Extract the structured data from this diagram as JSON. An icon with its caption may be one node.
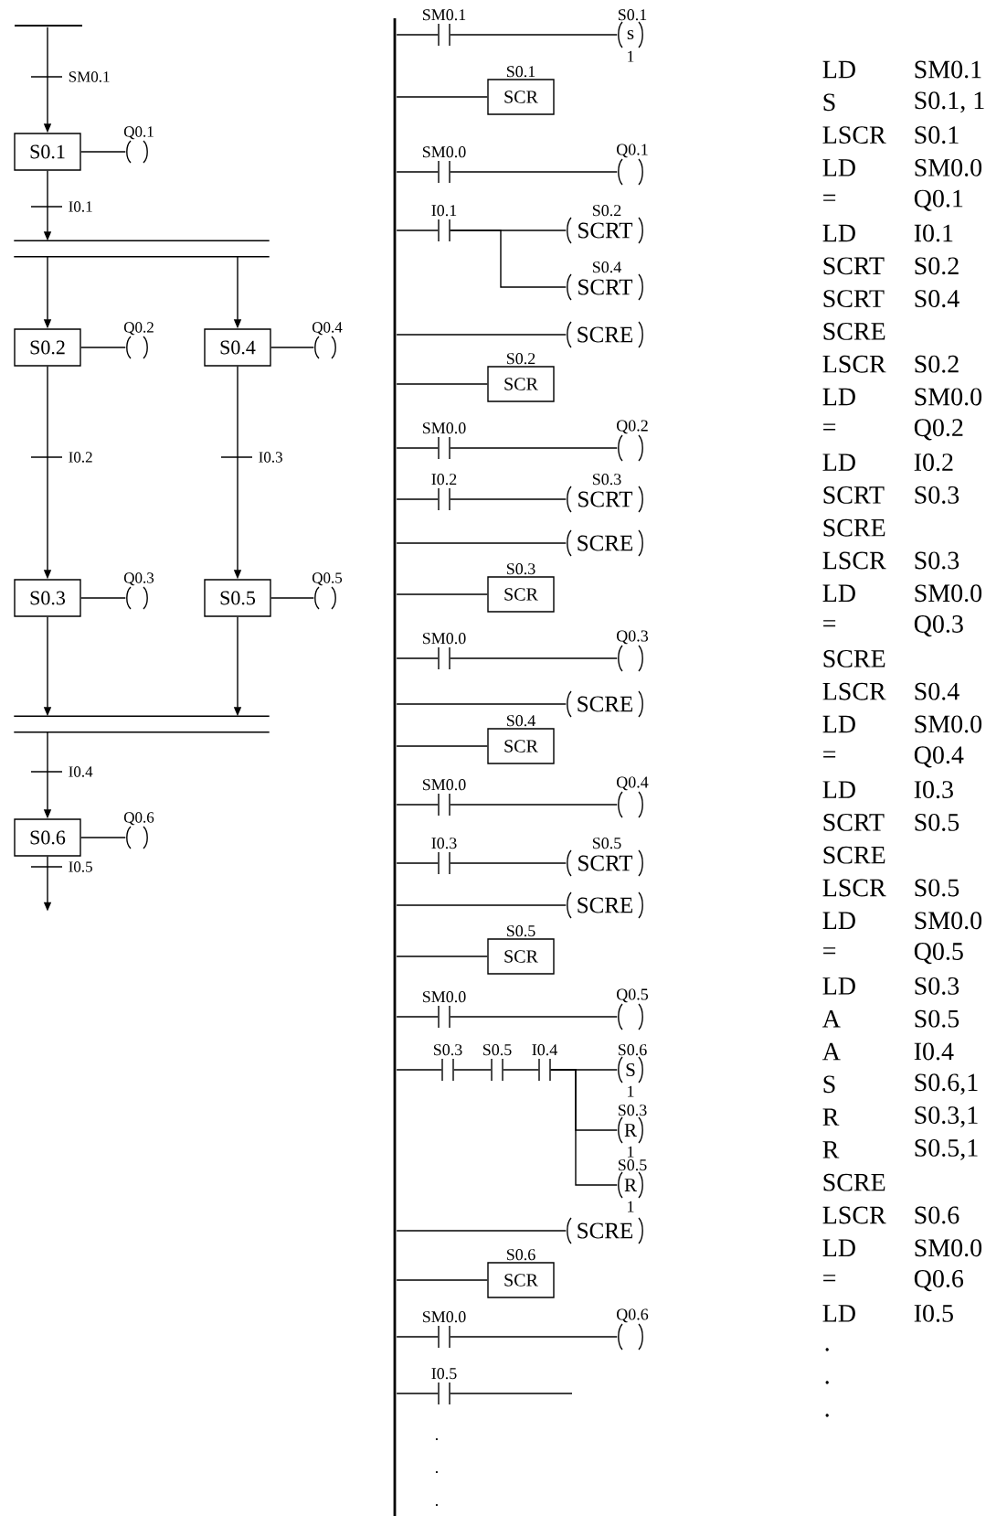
{
  "diagram": {
    "nodes": [
      {
        "text": [],
        "shape": "bar"
      },
      {
        "text": [
          "S0.1"
        ]
      },
      {
        "text": [
          "Q0.1"
        ]
      },
      {
        "text": [],
        "shape": "bar"
      },
      {
        "text": [
          "S0.2"
        ]
      },
      {
        "text": [
          "Q0.2"
        ]
      },
      {
        "text": [
          "S0.4"
        ]
      },
      {
        "text": [
          "Q0.4"
        ]
      },
      {
        "text": [
          "S0.3"
        ]
      },
      {
        "text": [
          "Q0.3"
        ]
      },
      {
        "text": [
          "S0.5"
        ]
      },
      {
        "text": [
          "Q0.5"
        ]
      },
      {
        "text": [],
        "shape": "bar"
      },
      {
        "text": [
          "S0.6"
        ]
      },
      {
        "text": [
          "Q0.6"
        ]
      },
      {
        "text": [],
        "shape": "bar"
      },
      {
        "text": [
          "SM0.1"
        ]
      },
      {
        "text": [
          "S0.1",
          "s",
          "1"
        ]
      },
      {
        "text": [
          "S0.1",
          "SCR"
        ]
      },
      {
        "text": [
          "SM0.0"
        ]
      },
      {
        "text": [
          "Q0.1"
        ]
      },
      {
        "text": [
          "I0.1"
        ]
      },
      {
        "text": [
          "S0.2",
          "SCRT"
        ]
      },
      {
        "text": [
          "S0.4",
          "SCRT"
        ]
      },
      {
        "text": [
          "SCRE"
        ]
      },
      {
        "text": [
          "S0.2",
          "SCR"
        ]
      },
      {
        "text": [
          "SM0.0"
        ]
      },
      {
        "text": [
          "Q0.2"
        ]
      },
      {
        "text": [
          "I0.2"
        ]
      },
      {
        "text": [
          "S0.3",
          "SCRT"
        ]
      },
      {
        "text": [
          "SCRE"
        ]
      },
      {
        "text": [
          "S0.3",
          "SCR"
        ]
      },
      {
        "text": [
          "SM0.0"
        ]
      },
      {
        "text": [
          "Q0.3"
        ]
      },
      {
        "text": [
          "SCRE"
        ]
      },
      {
        "text": [
          "S0.4",
          "SCR"
        ]
      },
      {
        "text": [
          "SM0.0"
        ]
      },
      {
        "text": [
          "Q0.4"
        ]
      },
      {
        "text": [
          "I0.3"
        ]
      },
      {
        "text": [
          "S0.5",
          "SCRT"
        ]
      },
      {
        "text": [
          "SCRE"
        ]
      },
      {
        "text": [
          "S0.5",
          "SCR"
        ]
      },
      {
        "text": [
          "SM0.0"
        ]
      },
      {
        "text": [
          "Q0.5"
        ]
      },
      {
        "text": [
          "S0.3"
        ]
      },
      {
        "text": [
          "S0.5"
        ]
      },
      {
        "text": [
          "I0.4"
        ]
      },
      {
        "text": [
          "S0.6",
          "S",
          "1"
        ]
      },
      {
        "text": [
          "S0.3",
          "R",
          "1"
        ]
      },
      {
        "text": [
          "S0.5",
          "R",
          "1"
        ]
      },
      {
        "text": [
          "SCRE"
        ]
      },
      {
        "text": [
          "S0.6",
          "SCR"
        ]
      },
      {
        "text": [
          "SM0.0"
        ]
      },
      {
        "text": [
          "Q0.6"
        ]
      },
      {
        "text": [
          "I0.5"
        ]
      }
    ],
    "edges": [
      {
        "from": 0,
        "to": 1,
        "arrow": "to",
        "label": "SM0.1"
      },
      {
        "from": 1,
        "to": 2,
        "arrow": "none"
      },
      {
        "from": 1,
        "to": 3,
        "arrow": "to",
        "label": "I0.1"
      },
      {
        "from": 3,
        "to": 4,
        "arrow": "to"
      },
      {
        "from": 3,
        "to": 6,
        "arrow": "to"
      },
      {
        "from": 4,
        "to": 5,
        "arrow": "none"
      },
      {
        "from": 6,
        "to": 7,
        "arrow": "none"
      },
      {
        "from": 4,
        "to": 8,
        "arrow": "to",
        "label": "I0.2"
      },
      {
        "from": 6,
        "to": 10,
        "arrow": "to",
        "label": "I0.3"
      },
      {
        "from": 8,
        "to": 9,
        "arrow": "none"
      },
      {
        "from": 10,
        "to": 11,
        "arrow": "none"
      },
      {
        "from": 8,
        "to": 12,
        "arrow": "to"
      },
      {
        "from": 10,
        "to": 12,
        "arrow": "to"
      },
      {
        "from": 12,
        "to": 13,
        "arrow": "to",
        "label": "I0.4"
      },
      {
        "from": 13,
        "to": 14,
        "arrow": "none"
      },
      {
        "from": 13,
        "to": null,
        "arrow": "to",
        "label": "I0.5"
      },
      {
        "from": 15,
        "to": 16,
        "arrow": "none"
      },
      {
        "from": 16,
        "to": 17,
        "arrow": "none"
      },
      {
        "from": 15,
        "to": 18,
        "arrow": "none"
      },
      {
        "from": 15,
        "to": 19,
        "arrow": "none"
      },
      {
        "from": 19,
        "to": 20,
        "arrow": "none"
      },
      {
        "from": 15,
        "to": 21,
        "arrow": "none"
      },
      {
        "from": 21,
        "to": 22,
        "arrow": "none"
      },
      {
        "from": 21,
        "to": 23,
        "arrow": "none"
      },
      {
        "from": 15,
        "to": 24,
        "arrow": "none"
      },
      {
        "from": 15,
        "to": 25,
        "arrow": "none"
      },
      {
        "from": 15,
        "to": 26,
        "arrow": "none"
      },
      {
        "from": 26,
        "to": 27,
        "arrow": "none"
      },
      {
        "from": 15,
        "to": 28,
        "arrow": "none"
      },
      {
        "from": 28,
        "to": 29,
        "arrow": "none"
      },
      {
        "from": 15,
        "to": 30,
        "arrow": "none"
      },
      {
        "from": 15,
        "to": 31,
        "arrow": "none"
      },
      {
        "from": 15,
        "to": 32,
        "arrow": "none"
      },
      {
        "from": 32,
        "to": 33,
        "arrow": "none"
      },
      {
        "from": 15,
        "to": 34,
        "arrow": "none"
      },
      {
        "from": 15,
        "to": 35,
        "arrow": "none"
      },
      {
        "from": 15,
        "to": 36,
        "arrow": "none"
      },
      {
        "from": 36,
        "to": 37,
        "arrow": "none"
      },
      {
        "from": 15,
        "to": 38,
        "arrow": "none"
      },
      {
        "from": 38,
        "to": 39,
        "arrow": "none"
      },
      {
        "from": 15,
        "to": 40,
        "arrow": "none"
      },
      {
        "from": 15,
        "to": 41,
        "arrow": "none"
      },
      {
        "from": 15,
        "to": 42,
        "arrow": "none"
      },
      {
        "from": 42,
        "to": 43,
        "arrow": "none"
      },
      {
        "from": 15,
        "to": 44,
        "arrow": "none"
      },
      {
        "from": 44,
        "to": 45,
        "arrow": "none"
      },
      {
        "from": 45,
        "to": 46,
        "arrow": "none"
      },
      {
        "from": 46,
        "to": 47,
        "arrow": "none"
      },
      {
        "from": 46,
        "to": 48,
        "arrow": "none"
      },
      {
        "from": 46,
        "to": 49,
        "arrow": "none"
      },
      {
        "from": 15,
        "to": 50,
        "arrow": "none"
      },
      {
        "from": 15,
        "to": 51,
        "arrow": "none"
      },
      {
        "from": 15,
        "to": 52,
        "arrow": "none"
      },
      {
        "from": 52,
        "to": 53,
        "arrow": "none"
      },
      {
        "from": 15,
        "to": 54,
        "arrow": "none"
      },
      {
        "from": 54,
        "to": null,
        "arrow": "none"
      }
    ],
    "labels": [
      ".",
      ".",
      ".",
      "LD",
      "SM0.1",
      "S",
      "S0.1, 1",
      "LSCR",
      "S0.1",
      "LD",
      "SM0.0",
      "=",
      "Q0.1",
      "LD",
      "I0.1",
      "SCRT",
      "S0.2",
      "SCRT",
      "S0.4",
      "SCRE",
      "LSCR",
      "S0.2",
      "LD",
      "SM0.0",
      "=",
      "Q0.2",
      "LD",
      "I0.2",
      "SCRT",
      "S0.3",
      "SCRE",
      "LSCR",
      "S0.3",
      "LD",
      "SM0.0",
      "=",
      "Q0.3",
      "SCRE",
      "LSCR",
      "S0.4",
      "LD",
      "SM0.0",
      "=",
      "Q0.4",
      "LD",
      "I0.3",
      "SCRT",
      "S0.5",
      "SCRE",
      "LSCR",
      "S0.5",
      "LD",
      "SM0.0",
      "=",
      "Q0.5",
      "LD",
      "S0.3",
      "A",
      "S0.5",
      "A",
      "I0.4",
      "S",
      "S0.6,1",
      "R",
      "S0.3,1",
      "R",
      "S0.5,1",
      "SCRE",
      "LSCR",
      "S0.6",
      "LD",
      "SM0.0",
      "=",
      "Q0.6",
      "LD",
      "I0.5",
      ".",
      ".",
      "."
    ]
  }
}
